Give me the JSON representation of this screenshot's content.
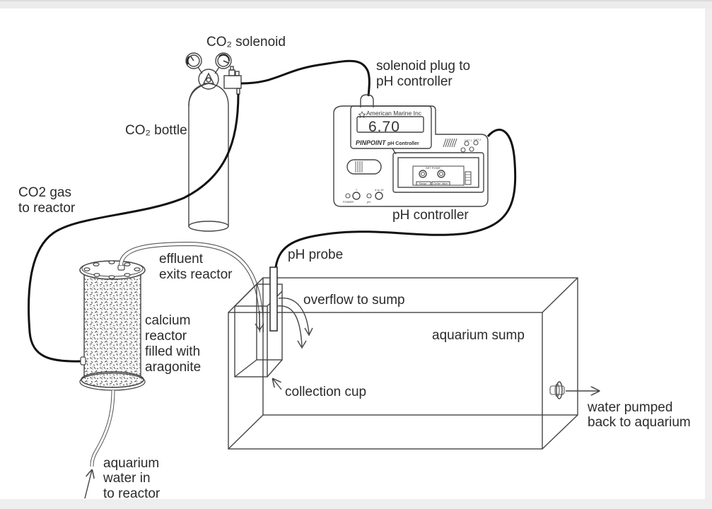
{
  "diagram": {
    "title": "Calcium reactor setup",
    "labels": {
      "co2_solenoid": "CO₂ solenoid",
      "co2_bottle": "CO₂ bottle",
      "solenoid_plug_line1": "solenoid plug to",
      "solenoid_plug_line2": "pH controller",
      "co2_gas_line1": "CO2 gas",
      "co2_gas_line2": "to reactor",
      "ph_controller": "pH controller",
      "effluent_line1": "effluent",
      "effluent_line2": "exits reactor",
      "ph_probe": "pH probe",
      "overflow": "overflow to sump",
      "calcium_line1": "calcium",
      "calcium_line2": "reactor",
      "calcium_line3": "filled with",
      "calcium_line4": "aragonite",
      "aquarium_sump": "aquarium sump",
      "collection_cup": "collection cup",
      "water_pumped_line1": "water pumped",
      "water_pumped_line2": "back to aquarium",
      "water_in_line1": "aquarium",
      "water_in_line2": "water in",
      "water_in_line3": "to reactor"
    },
    "controller": {
      "brand": "American Marine Inc",
      "display_value": "6.70",
      "model": "PINPOINT",
      "model_suffix": "pH Controller",
      "set_point": "SET POINT",
      "range_label": "Range",
      "center_value_label": "Center Value",
      "power_label": "POWER",
      "ph_label": "pH",
      "seven_label": "7",
      "four_ten_label": "4 or 10",
      "out1": "OUT 1",
      "out2": "OUT 2",
      "min": "min",
      "max": "max"
    }
  }
}
